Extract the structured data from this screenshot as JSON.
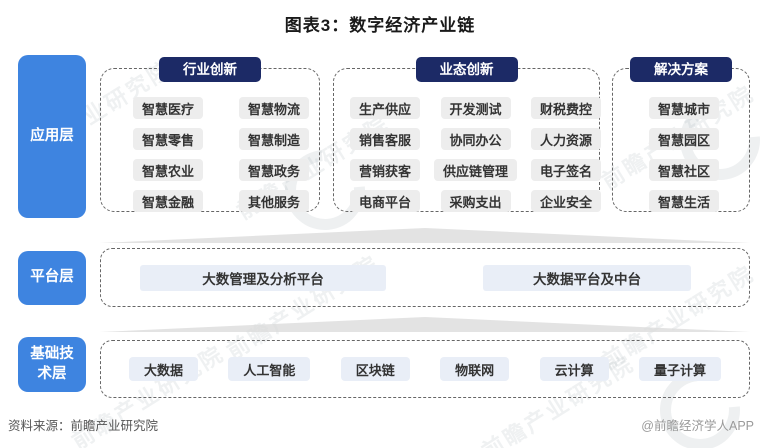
{
  "title": "图表3：数字经济产业链",
  "layers": {
    "application": "应用层",
    "platform": "平台层",
    "foundation": "基础技术层"
  },
  "groups": [
    {
      "header": "行业创新",
      "items": [
        "智慧医疗",
        "智慧物流",
        "智慧零售",
        "智慧制造",
        "智慧农业",
        "智慧政务",
        "智慧金融",
        "其他服务"
      ]
    },
    {
      "header": "业态创新",
      "items": [
        "生产供应",
        "开发测试",
        "财税费控",
        "销售客服",
        "协同办公",
        "人力资源",
        "营销获客",
        "供应链管理",
        "电子签名",
        "电商平台",
        "采购支出",
        "企业安全"
      ]
    },
    {
      "header": "解决方案",
      "items": [
        "智慧城市",
        "智慧园区",
        "智慧社区",
        "智慧生活"
      ]
    }
  ],
  "platform_row": {
    "items": [
      "大数管理及分析平台",
      "大数据平台及中台"
    ]
  },
  "tech_row": {
    "items": [
      "大数据",
      "人工智能",
      "区块链",
      "物联网",
      "云计算",
      "量子计算"
    ]
  },
  "footer": {
    "source": "资料来源：前瞻产业研究院",
    "credit": "@前瞻经济学人APP"
  },
  "watermark_text": "前瞻产业研究院",
  "colors": {
    "layer_blue": "#3e84e0",
    "header_navy": "#1c2a66",
    "chip_gray": "#ededed",
    "chip_blue": "#e9eef7",
    "connector_gray": "#d9d9d9"
  }
}
